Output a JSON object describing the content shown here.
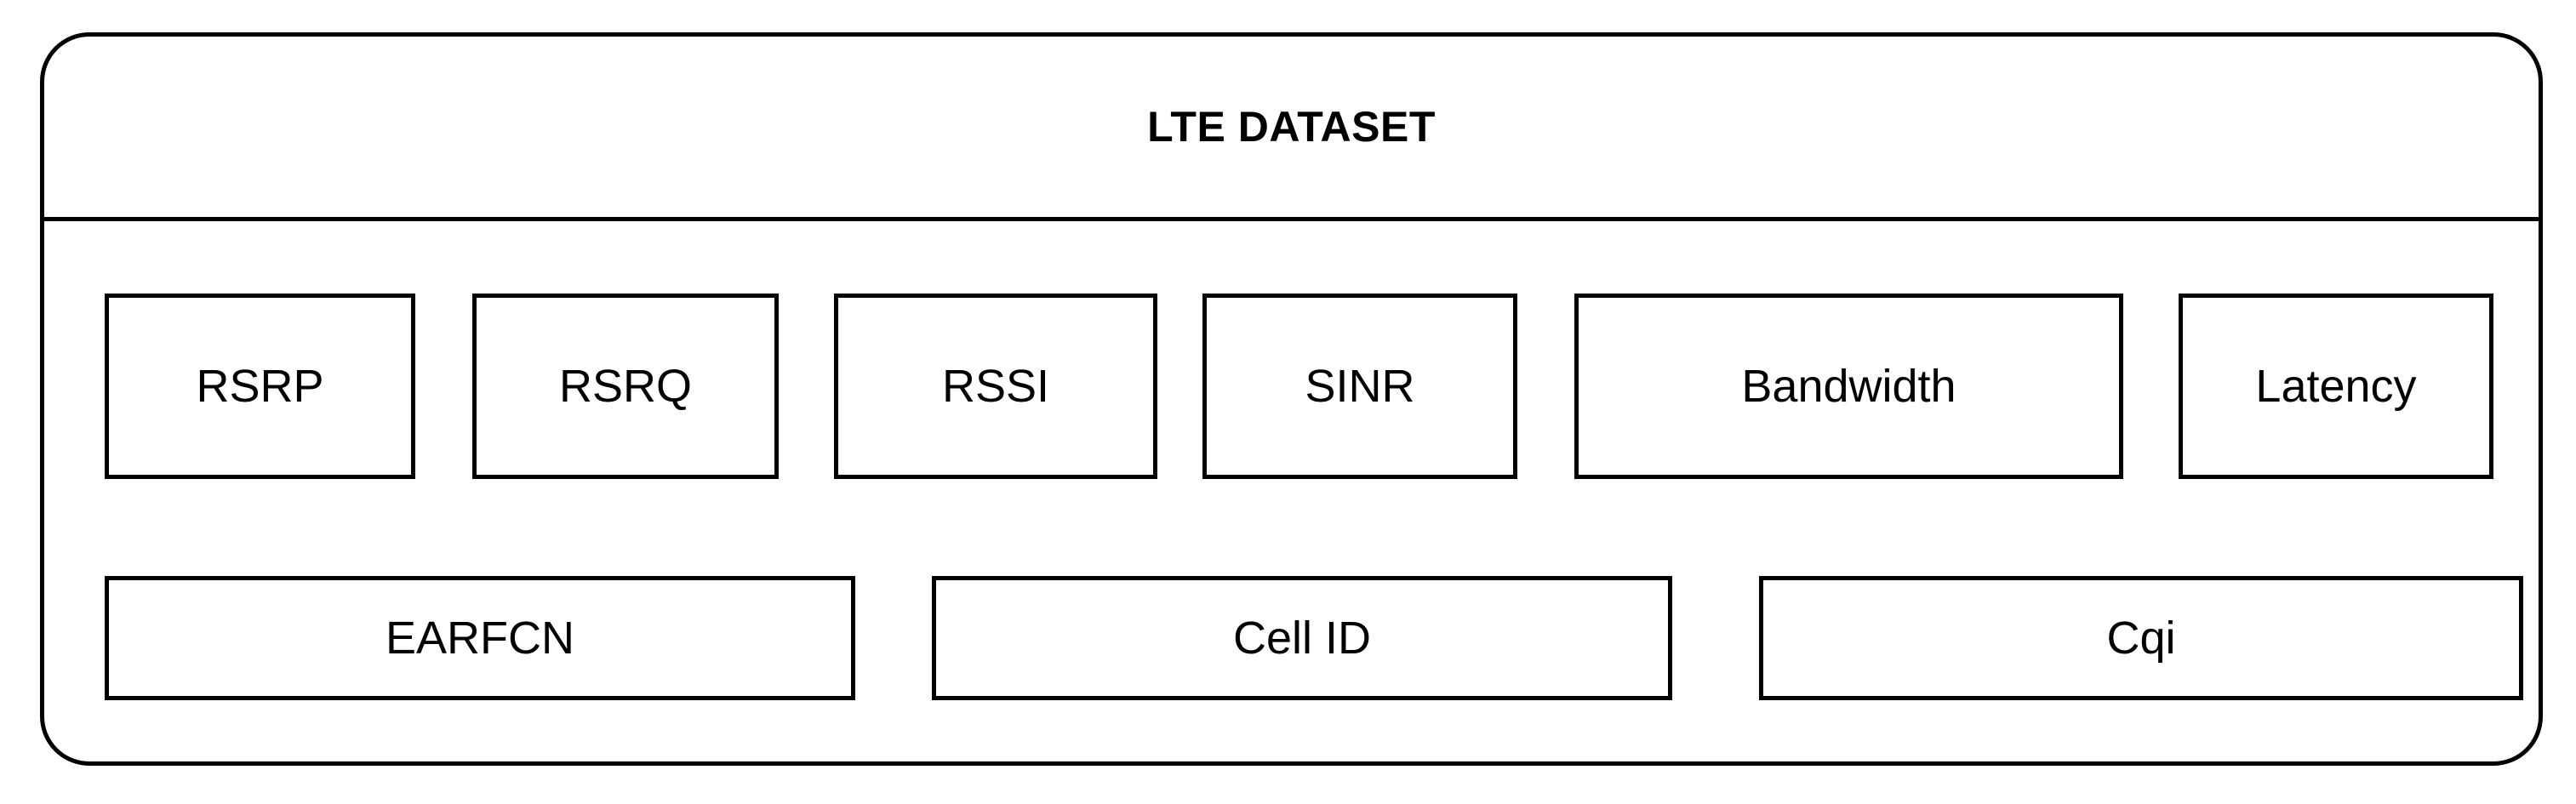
{
  "diagram": {
    "title": "LTE DATASET",
    "shape": "rounded-rectangle",
    "border_color": "#000000",
    "background_color": "#ffffff",
    "rows": [
      {
        "row_id": "row-1",
        "fields": [
          {
            "label": "RSRP"
          },
          {
            "label": "RSRQ"
          },
          {
            "label": "RSSI"
          },
          {
            "label": "SINR"
          },
          {
            "label": "Bandwidth"
          },
          {
            "label": "Latency"
          }
        ]
      },
      {
        "row_id": "row-2",
        "fields": [
          {
            "label": "EARFCN"
          },
          {
            "label": "Cell ID"
          },
          {
            "label": "Cqi"
          }
        ]
      }
    ]
  }
}
